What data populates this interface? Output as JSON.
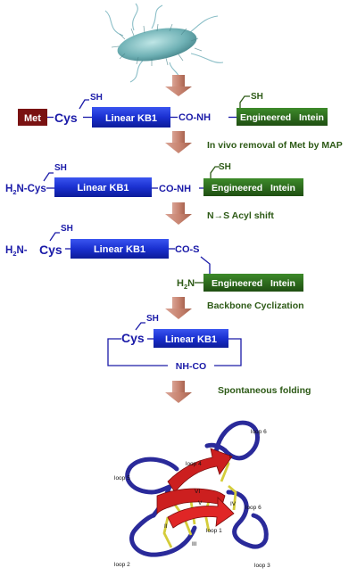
{
  "colors": {
    "navy": "#1a1aa8",
    "kb1_box": "#1530d8",
    "intein_box": "#2f6e1e",
    "met_box": "#7a1212",
    "arrow": "#c9897a",
    "step_text": "#2d5a16",
    "helix_red": "#cc1f1f",
    "disulfide_yellow": "#d4cc3a",
    "loop_blue": "#2a2a9a"
  },
  "row1": {
    "met": "Met",
    "cys": "Cys",
    "sh": "SH",
    "kb1": "Linear KB1",
    "link": "CO-NH",
    "intein_sh": "SH",
    "intein": "Engineered   Intein"
  },
  "step1": "In vivo removal of Met by MAP",
  "row2": {
    "h2n": "H",
    "sub2": "2",
    "ncys": "N-Cys",
    "sh": "SH",
    "kb1": "Linear KB1",
    "link": "CO-NH",
    "intein_sh": "SH",
    "intein": "Engineered   Intein"
  },
  "step2": "N→S Acyl shift",
  "row3": {
    "h2n": "H",
    "sub2": "2",
    "nprefix": "N-",
    "cys": "Cys",
    "sh": "SH",
    "kb1": "Linear KB1",
    "link": "CO-S",
    "h2": "H",
    "sub2b": "2",
    "n": "N",
    "intein": "Engineered   Intein"
  },
  "step3": "Backbone Cyclization",
  "row4": {
    "cys": "Cys",
    "sh": "SH",
    "kb1": "Linear KB1",
    "link": "NH-CO"
  },
  "step4": "Spontaneous folding",
  "structure": {
    "loops": [
      "loop 6",
      "loop 4",
      "loop 5",
      "loop 6",
      "loop 1",
      "loop 2",
      "loop 3"
    ],
    "roman": [
      "I",
      "VI",
      "V",
      "IV",
      "II",
      "III"
    ]
  },
  "icons": {
    "bacterium": "bacterium-icon",
    "arrow": "down-arrow-icon"
  }
}
